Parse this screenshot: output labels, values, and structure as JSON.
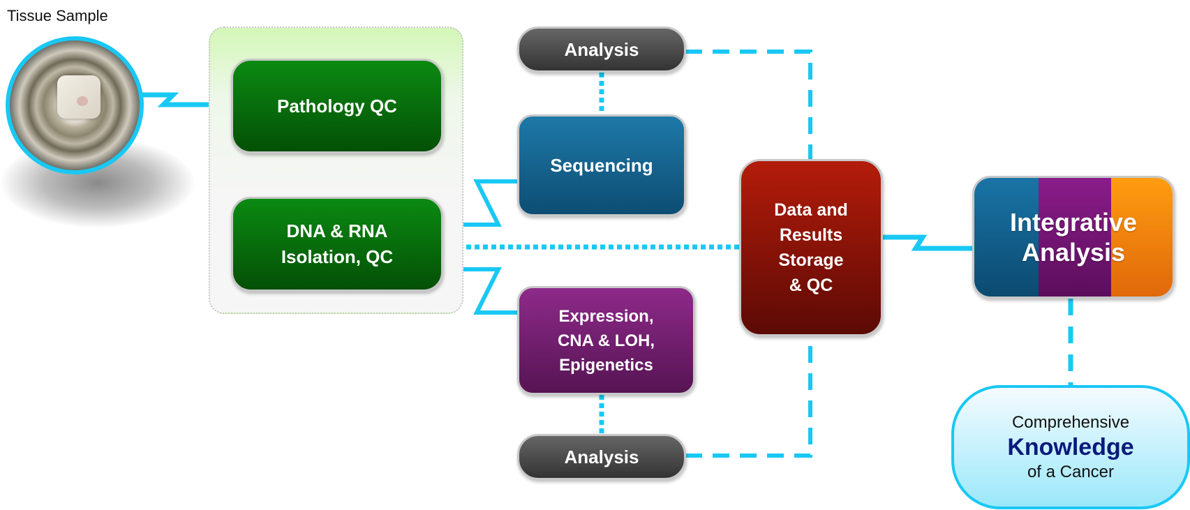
{
  "sample": {
    "label": "Tissue Sample"
  },
  "nodes": {
    "pathology": "Pathology QC",
    "isolation": "DNA & RNA\nIsolation, QC",
    "sequencing": "Sequencing",
    "expression": "Expression,\nCNA & LOH,\nEpigenetics",
    "analysis_top": "Analysis",
    "analysis_bottom": "Analysis",
    "storage": "Data and\nResults\nStorage\n& QC",
    "integrative": "Integrative\nAnalysis"
  },
  "knowledge": {
    "line1": "Comprehensive",
    "line2": "Knowledge",
    "line3": "of a Cancer"
  },
  "colors": {
    "connector": "#19c8f4",
    "green": "#0b7a10",
    "teal": "#1a6e9a",
    "purple": "#7c2379",
    "red": "#9c1a0c",
    "analysis": "#4a4a4a",
    "integ_blue": "#0f5e8a",
    "integ_purple": "#7a157a",
    "integ_orange": "#f28a10",
    "knowledge_title": "#0a1a7a"
  }
}
